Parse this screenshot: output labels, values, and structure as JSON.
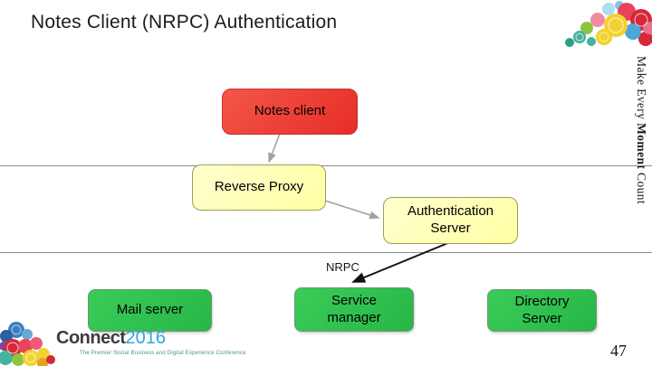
{
  "slide": {
    "title": "Notes Client (NRPC) Authentication",
    "page_number": "47"
  },
  "sidebar": {
    "pre": "Make Every ",
    "bold": "Moment",
    "post": " Count"
  },
  "diagram": {
    "notes_client": "Notes client",
    "reverse_proxy": "Reverse Proxy",
    "auth_server_line1": "Authentication",
    "auth_server_line2": "Server",
    "nrpc_label": "NRPC",
    "mail_server": "Mail server",
    "service_manager_line1": "Service",
    "service_manager_line2": "manager",
    "directory_server_line1": "Directory",
    "directory_server_line2": "Server"
  },
  "footer": {
    "brand": "Connect",
    "year": "2016",
    "tagline": "The Premier Social Business and Digital Experience Conference"
  },
  "colors": {
    "box_red": "#e93a30",
    "box_yellow": "#ffffb0",
    "box_green": "#2dbf4d",
    "separator_gray": "#8a8a8a",
    "arrow_gray": "#a0a0a0",
    "arrow_black": "#111111",
    "brand_blue": "#29a8df"
  }
}
